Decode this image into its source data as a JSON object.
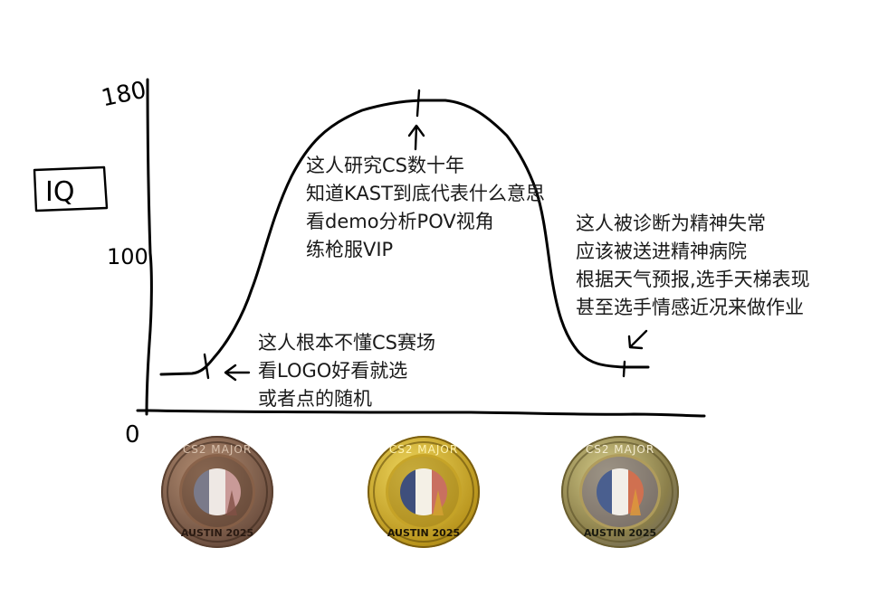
{
  "chart_data": {
    "type": "line",
    "title": "",
    "meme": "IQ bell curve (hand-drawn)",
    "ylabel": "IQ",
    "xlabel": "",
    "y_ticks": [
      "0",
      "100",
      "180"
    ],
    "ylim": [
      0,
      180
    ],
    "grid": false,
    "legend": null,
    "series": [
      {
        "name": "curve",
        "description": "Hand-drawn bell-shaped curve: low plateau, rising to a peak near 180, then falling to a low plateau",
        "points": [
          {
            "x": 0.0,
            "y": 22
          },
          {
            "x": 0.08,
            "y": 24
          },
          {
            "x": 0.2,
            "y": 70
          },
          {
            "x": 0.3,
            "y": 135
          },
          {
            "x": 0.42,
            "y": 170
          },
          {
            "x": 0.55,
            "y": 175
          },
          {
            "x": 0.68,
            "y": 150
          },
          {
            "x": 0.78,
            "y": 80
          },
          {
            "x": 0.85,
            "y": 35
          },
          {
            "x": 0.95,
            "y": 30
          }
        ]
      }
    ],
    "markers": [
      {
        "position": "left-low",
        "x": 0.1,
        "y": 25
      },
      {
        "position": "peak",
        "x": 0.5,
        "y": 178
      },
      {
        "position": "right-low",
        "x": 0.92,
        "y": 30
      }
    ],
    "annotations": [
      {
        "position": "left",
        "arrow": "←",
        "lines": [
          "这人根本不懂CS赛场",
          "看LOGO好看就选",
          "或者点的随机"
        ]
      },
      {
        "position": "middle",
        "arrow": "↑",
        "lines": [
          "这人研究CS数十年",
          "知道KAST到底代表什么意思",
          "看demo分析POV视角",
          "练枪服VIP"
        ]
      },
      {
        "position": "right",
        "arrow": "↙",
        "lines": [
          "这人被诊断为精神失常",
          "应该被送进精神病院",
          "根据天气预报，选手天梯表现",
          "甚至选手情感近况来做作业"
        ]
      }
    ]
  },
  "axis": {
    "y_label": "IQ",
    "tick_top": "180",
    "tick_mid": "100",
    "tick_zero": "0"
  },
  "captions": {
    "left": {
      "lines": [
        "这人根本不懂CS赛场",
        "看LOGO好看就选",
        "或者点的随机"
      ]
    },
    "middle": {
      "lines": [
        "这人研究CS数十年",
        "知道KAST到底代表什么意思",
        "看demo分析POV视角",
        "练枪服VIP"
      ]
    },
    "right": {
      "lines": [
        "这人被诊断为精神失常",
        "应该被送进精神病院",
        "根据天气预报,选手天梯表现",
        "甚至选手情感近况来做作业"
      ]
    }
  },
  "coins": [
    {
      "tier": "bronze",
      "top_text": "CS2 MAJOR",
      "bottom_text": "AUSTIN 2025",
      "rim": "#8a6a55",
      "inner": "#6e5040",
      "accent": "#b58f73"
    },
    {
      "tier": "gold",
      "top_text": "CS2 MAJOR",
      "bottom_text": "AUSTIN 2025",
      "rim": "#c9a722",
      "inner": "#a8861a",
      "accent": "#e2c54a"
    },
    {
      "tier": "diamond",
      "top_text": "CS2 MAJOR",
      "bottom_text": "AUSTIN 2025",
      "rim": "#a7934a",
      "inner": "#6f6a7d",
      "accent": "#c9b860"
    }
  ],
  "colors": {
    "ink": "#000000",
    "text": "#1a1a1a",
    "background": "#ffffff",
    "flag_blue": "#4a5f8f",
    "flag_white": "#f2efe9",
    "flag_red": "#c56b6b"
  }
}
